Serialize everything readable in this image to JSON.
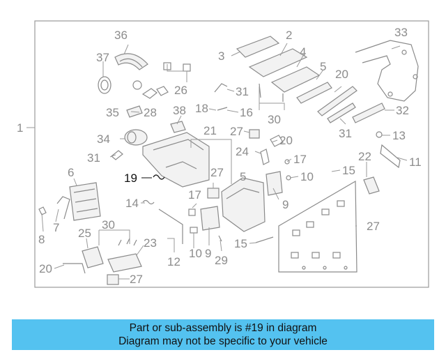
{
  "diagram": {
    "highlighted_part": "19",
    "callouts": {
      "c1": "1",
      "c2": "2",
      "c3": "3",
      "c4": "4",
      "c5a": "5",
      "c5b": "5",
      "c6": "6",
      "c7": "7",
      "c8": "8",
      "c9a": "9",
      "c9b": "9",
      "c10a": "10",
      "c10b": "10",
      "c11": "11",
      "c12": "12",
      "c13": "13",
      "c14": "14",
      "c15a": "15",
      "c15b": "15",
      "c16": "16",
      "c17a": "17",
      "c17b": "17",
      "c18": "18",
      "c19": "19",
      "c20a": "20",
      "c20b": "20",
      "c20c": "20",
      "c21": "21",
      "c22": "22",
      "c23": "23",
      "c24": "24",
      "c25": "25",
      "c26": "26",
      "c27a": "27",
      "c27b": "27",
      "c27c": "27",
      "c27d": "27",
      "c28": "28",
      "c29": "29",
      "c30a": "30",
      "c30b": "30",
      "c31a": "31",
      "c31b": "31",
      "c31c": "31",
      "c32": "32",
      "c33": "33",
      "c34": "34",
      "c35": "35",
      "c36": "36",
      "c37": "37",
      "c38": "38"
    }
  },
  "banner": {
    "line1": "Part or sub-assembly is #19 in diagram",
    "line2": "Diagram may not be specific to your vehicle"
  }
}
